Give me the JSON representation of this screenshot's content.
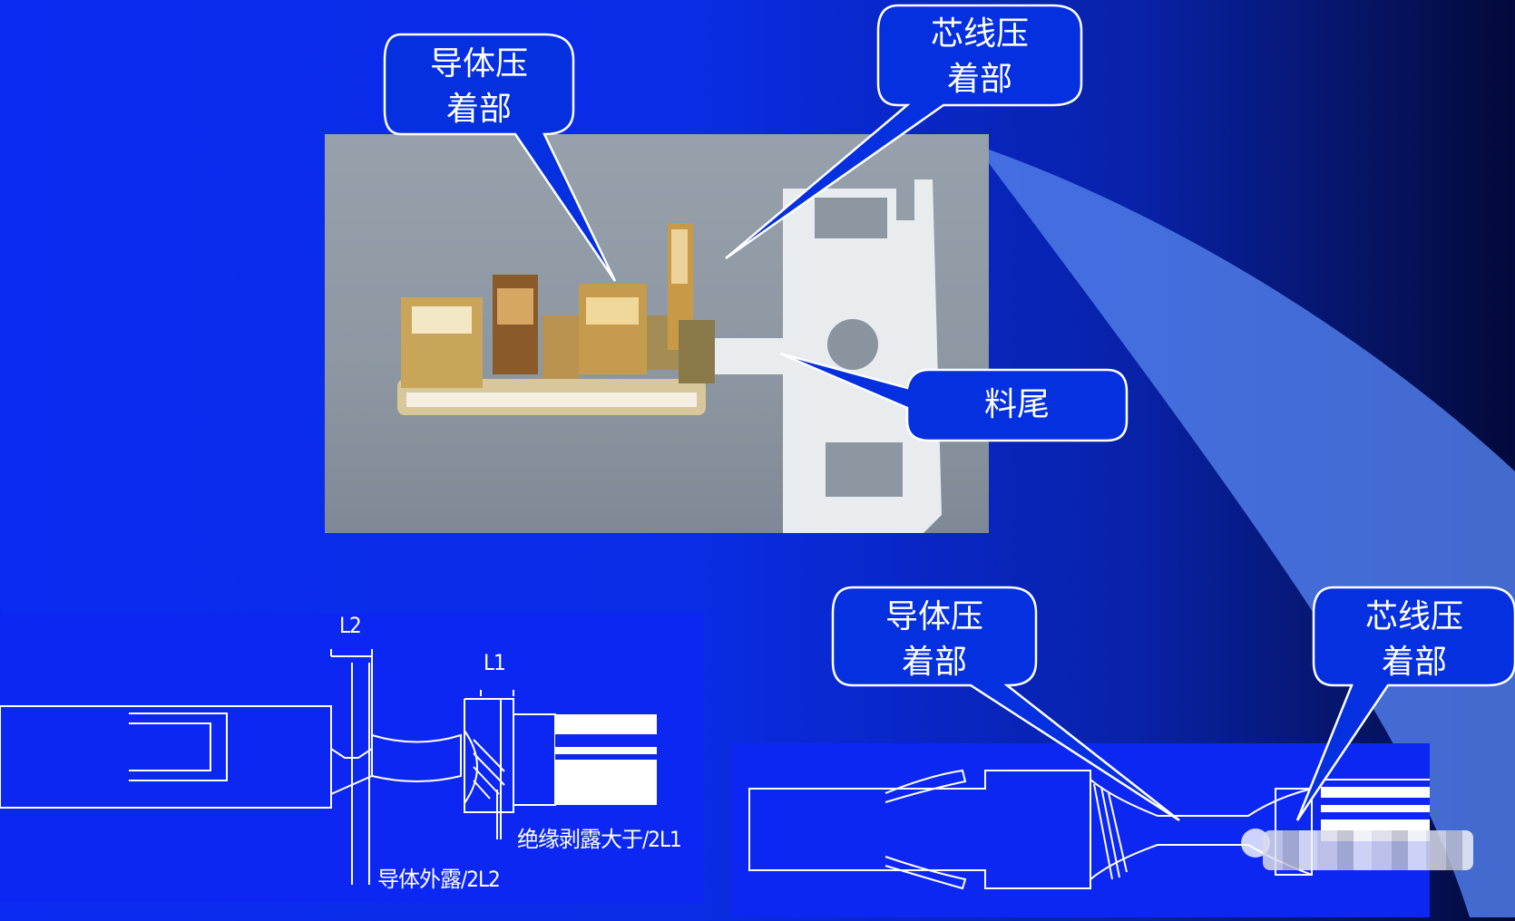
{
  "callouts": {
    "top_conductor": "导体压\n着部",
    "top_core": "芯线压\n着部",
    "tail": "料尾",
    "bottom_conductor": "导体压\n着部",
    "bottom_core": "芯线压\n着部"
  },
  "dimensions": {
    "l2": "L2",
    "l1": "L1",
    "insulation_strip": "绝缘剥露大于/2L1",
    "conductor_exposed": "导体外露/2L2"
  },
  "colors": {
    "background": "#0b2bf0",
    "panel": "#0d27f2",
    "callout_fill": "#0530e0",
    "line": "#ffffff",
    "beam": "#5c86f0"
  }
}
